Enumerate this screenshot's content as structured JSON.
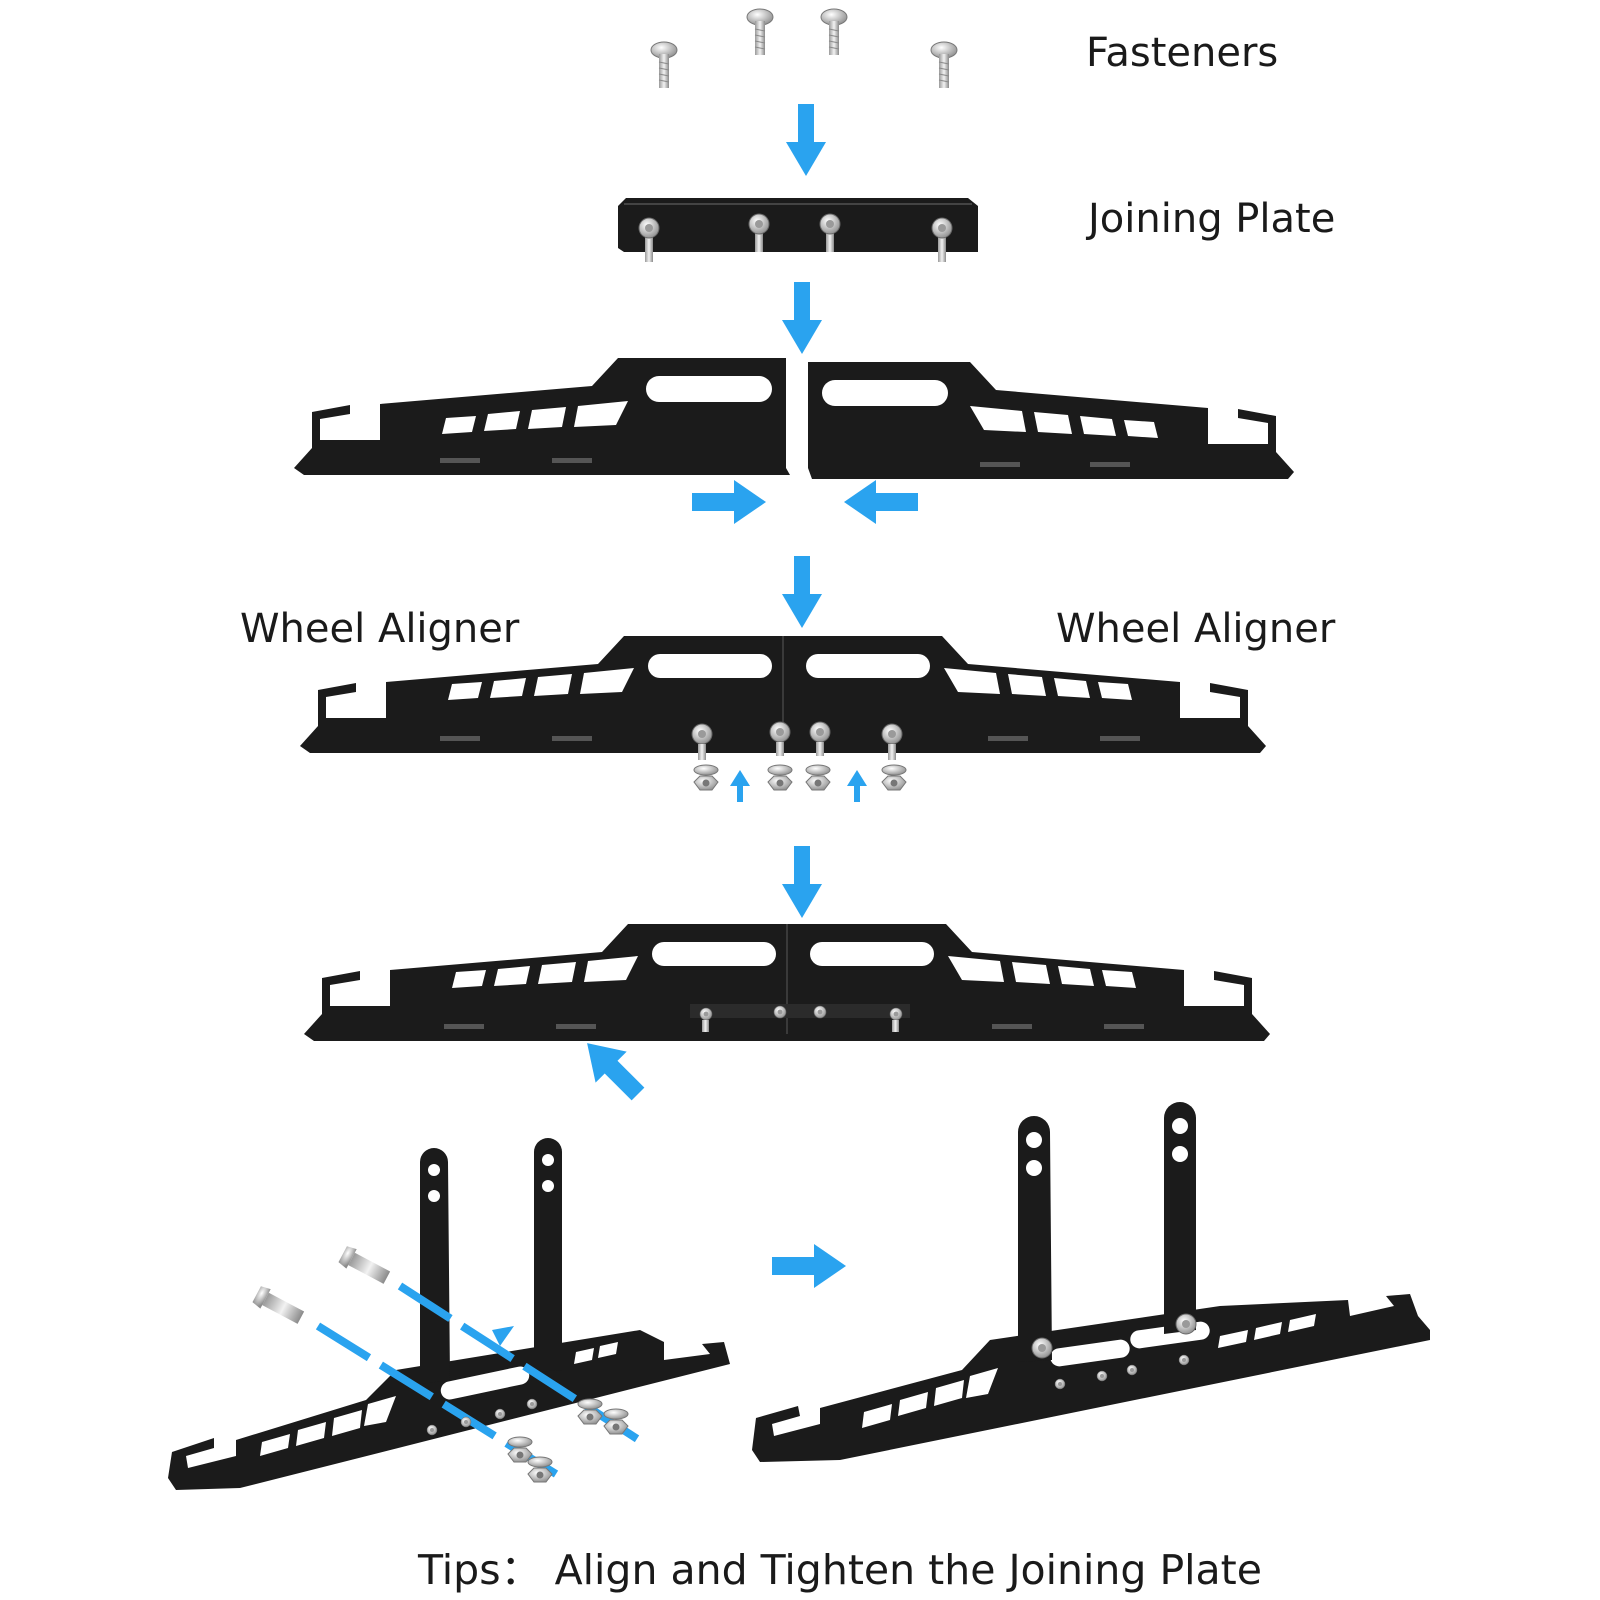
{
  "labels": {
    "fasteners": "Fasteners",
    "joining_plate": "Joining Plate",
    "wheel_aligner_left": "Wheel Aligner",
    "wheel_aligner_right": "Wheel Aligner",
    "tip": "Tips：  Align and Tighten the Joining Plate"
  },
  "colors": {
    "arrow": "#2aa3ef",
    "metal": "#1b1b1b",
    "hardware": "#c8c8c8",
    "text": "#1a1a1a"
  }
}
